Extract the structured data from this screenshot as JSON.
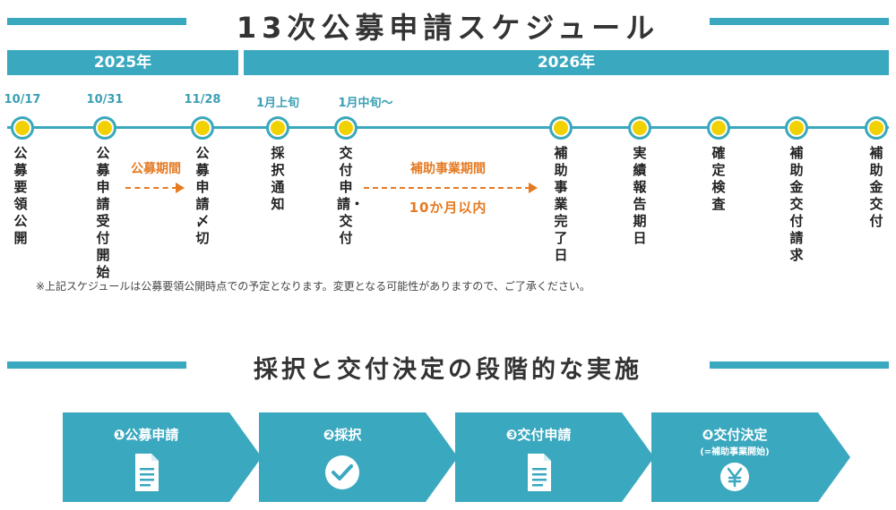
{
  "schedule_title": "13次公募申請スケジュール",
  "years": {
    "y2025": "2025年",
    "y2026": "2026年"
  },
  "events": [
    {
      "date": "10/17",
      "label": "公募要領公開"
    },
    {
      "date": "10/31",
      "label": "公募申請受付開始"
    },
    {
      "date": "11/28",
      "label": "公募申請〆切"
    },
    {
      "date": "1月上旬",
      "label": "採択通知"
    },
    {
      "date": "1月中旬～",
      "label": "交付申請・交付"
    },
    {
      "date": "",
      "label": "補助事業完了日"
    },
    {
      "date": "",
      "label": "実績報告期日"
    },
    {
      "date": "",
      "label": "確定検査"
    },
    {
      "date": "",
      "label": "補助金交付請求"
    },
    {
      "date": "",
      "label": "補助金交付"
    }
  ],
  "periods": {
    "application": "公募期間",
    "project": "補助事業期間",
    "project_duration": "10か月以内"
  },
  "note": "※上記スケジュールは公募要領公開時点での予定となります。変更となる可能性がありますので、ご了承ください。",
  "steps_title": "採択と交付決定の段階的な実施",
  "steps": [
    {
      "label": "❶公募申請",
      "sub": "",
      "icon": "document-icon"
    },
    {
      "label": "❷採択",
      "sub": "",
      "icon": "checkmark-icon"
    },
    {
      "label": "❸交付申請",
      "sub": "",
      "icon": "document-icon"
    },
    {
      "label": "❹交付決定",
      "sub": "(=補助事業開始)",
      "icon": "yen-icon"
    }
  ],
  "colors": {
    "accent": "#3aa8bf",
    "dot": "#f2d100",
    "period": "#e57a22"
  }
}
